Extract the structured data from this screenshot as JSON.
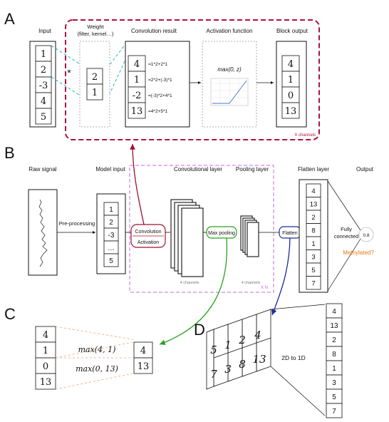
{
  "panel_a": {
    "label": "A",
    "input_title": "Input",
    "input_values": [
      "1",
      "2",
      "-3",
      "4",
      "5"
    ],
    "conv_symbol": "*",
    "weight_title_1": "Weight",
    "weight_title_2": "(filter, kernel…)",
    "weight_values": [
      "2",
      "1"
    ],
    "conv_title": "Convolution result",
    "conv_values": [
      "4",
      "1",
      "-2",
      "13"
    ],
    "conv_formulas": [
      "=1*2+2*1",
      "=2*2+(-3)*1",
      "=(-3)*2+4*1",
      "=4*2+5*1"
    ],
    "act_title": "Activation function",
    "act_formula": "max(0, z)",
    "block_title": "Block output",
    "block_values": [
      "4",
      "1",
      "0",
      "13"
    ],
    "channels": "X channels",
    "colors": {
      "frame": "#b0123c",
      "links": "#2ab0c0"
    }
  },
  "panel_b": {
    "label": "B",
    "raw_title": "Raw signal",
    "model_input_title": "Model input",
    "model_input_values": [
      "1",
      "2",
      "-3",
      "…",
      "5"
    ],
    "preprocessing": "Pre-processing",
    "conv_layer_title": "Convolutional layer",
    "conv_btn": "Convolution",
    "act_btn": "Activation",
    "conv_channels": "4 channels",
    "pool_title": "Pooling layer",
    "pool_btn": "Max pooling",
    "pool_channels": "4 channels",
    "repeat": "X N",
    "flatten_title": "Flatten layer",
    "flatten_btn": "Flatten",
    "flatten_values": [
      "4",
      "13",
      "2",
      "8",
      "1",
      "3",
      "5",
      "7"
    ],
    "fully_connected_1": "Fully",
    "fully_connected_2": "connected",
    "output_title": "Output",
    "output_value": "0.8",
    "methylated": "Methylated?",
    "colors": {
      "frame": "#c86ad8",
      "conv": "#a01030",
      "pool": "#2aa020",
      "flatten": "#1a2a9a",
      "methylated": "#e87a10"
    }
  },
  "panel_c": {
    "label": "C",
    "input_values": [
      "4",
      "1",
      "0",
      "13"
    ],
    "expr_1": "max(4, 1)",
    "expr_2": "max(0, 13)",
    "output_values": [
      "4",
      "13"
    ]
  },
  "panel_d": {
    "label": "D",
    "front_values": [
      "5",
      "1",
      "2",
      "4"
    ],
    "back_values": [
      "7",
      "3",
      "8",
      "13"
    ],
    "transform": "2D to 1D",
    "column_values": [
      "4",
      "13",
      "2",
      "8",
      "1",
      "3",
      "5",
      "7"
    ]
  }
}
